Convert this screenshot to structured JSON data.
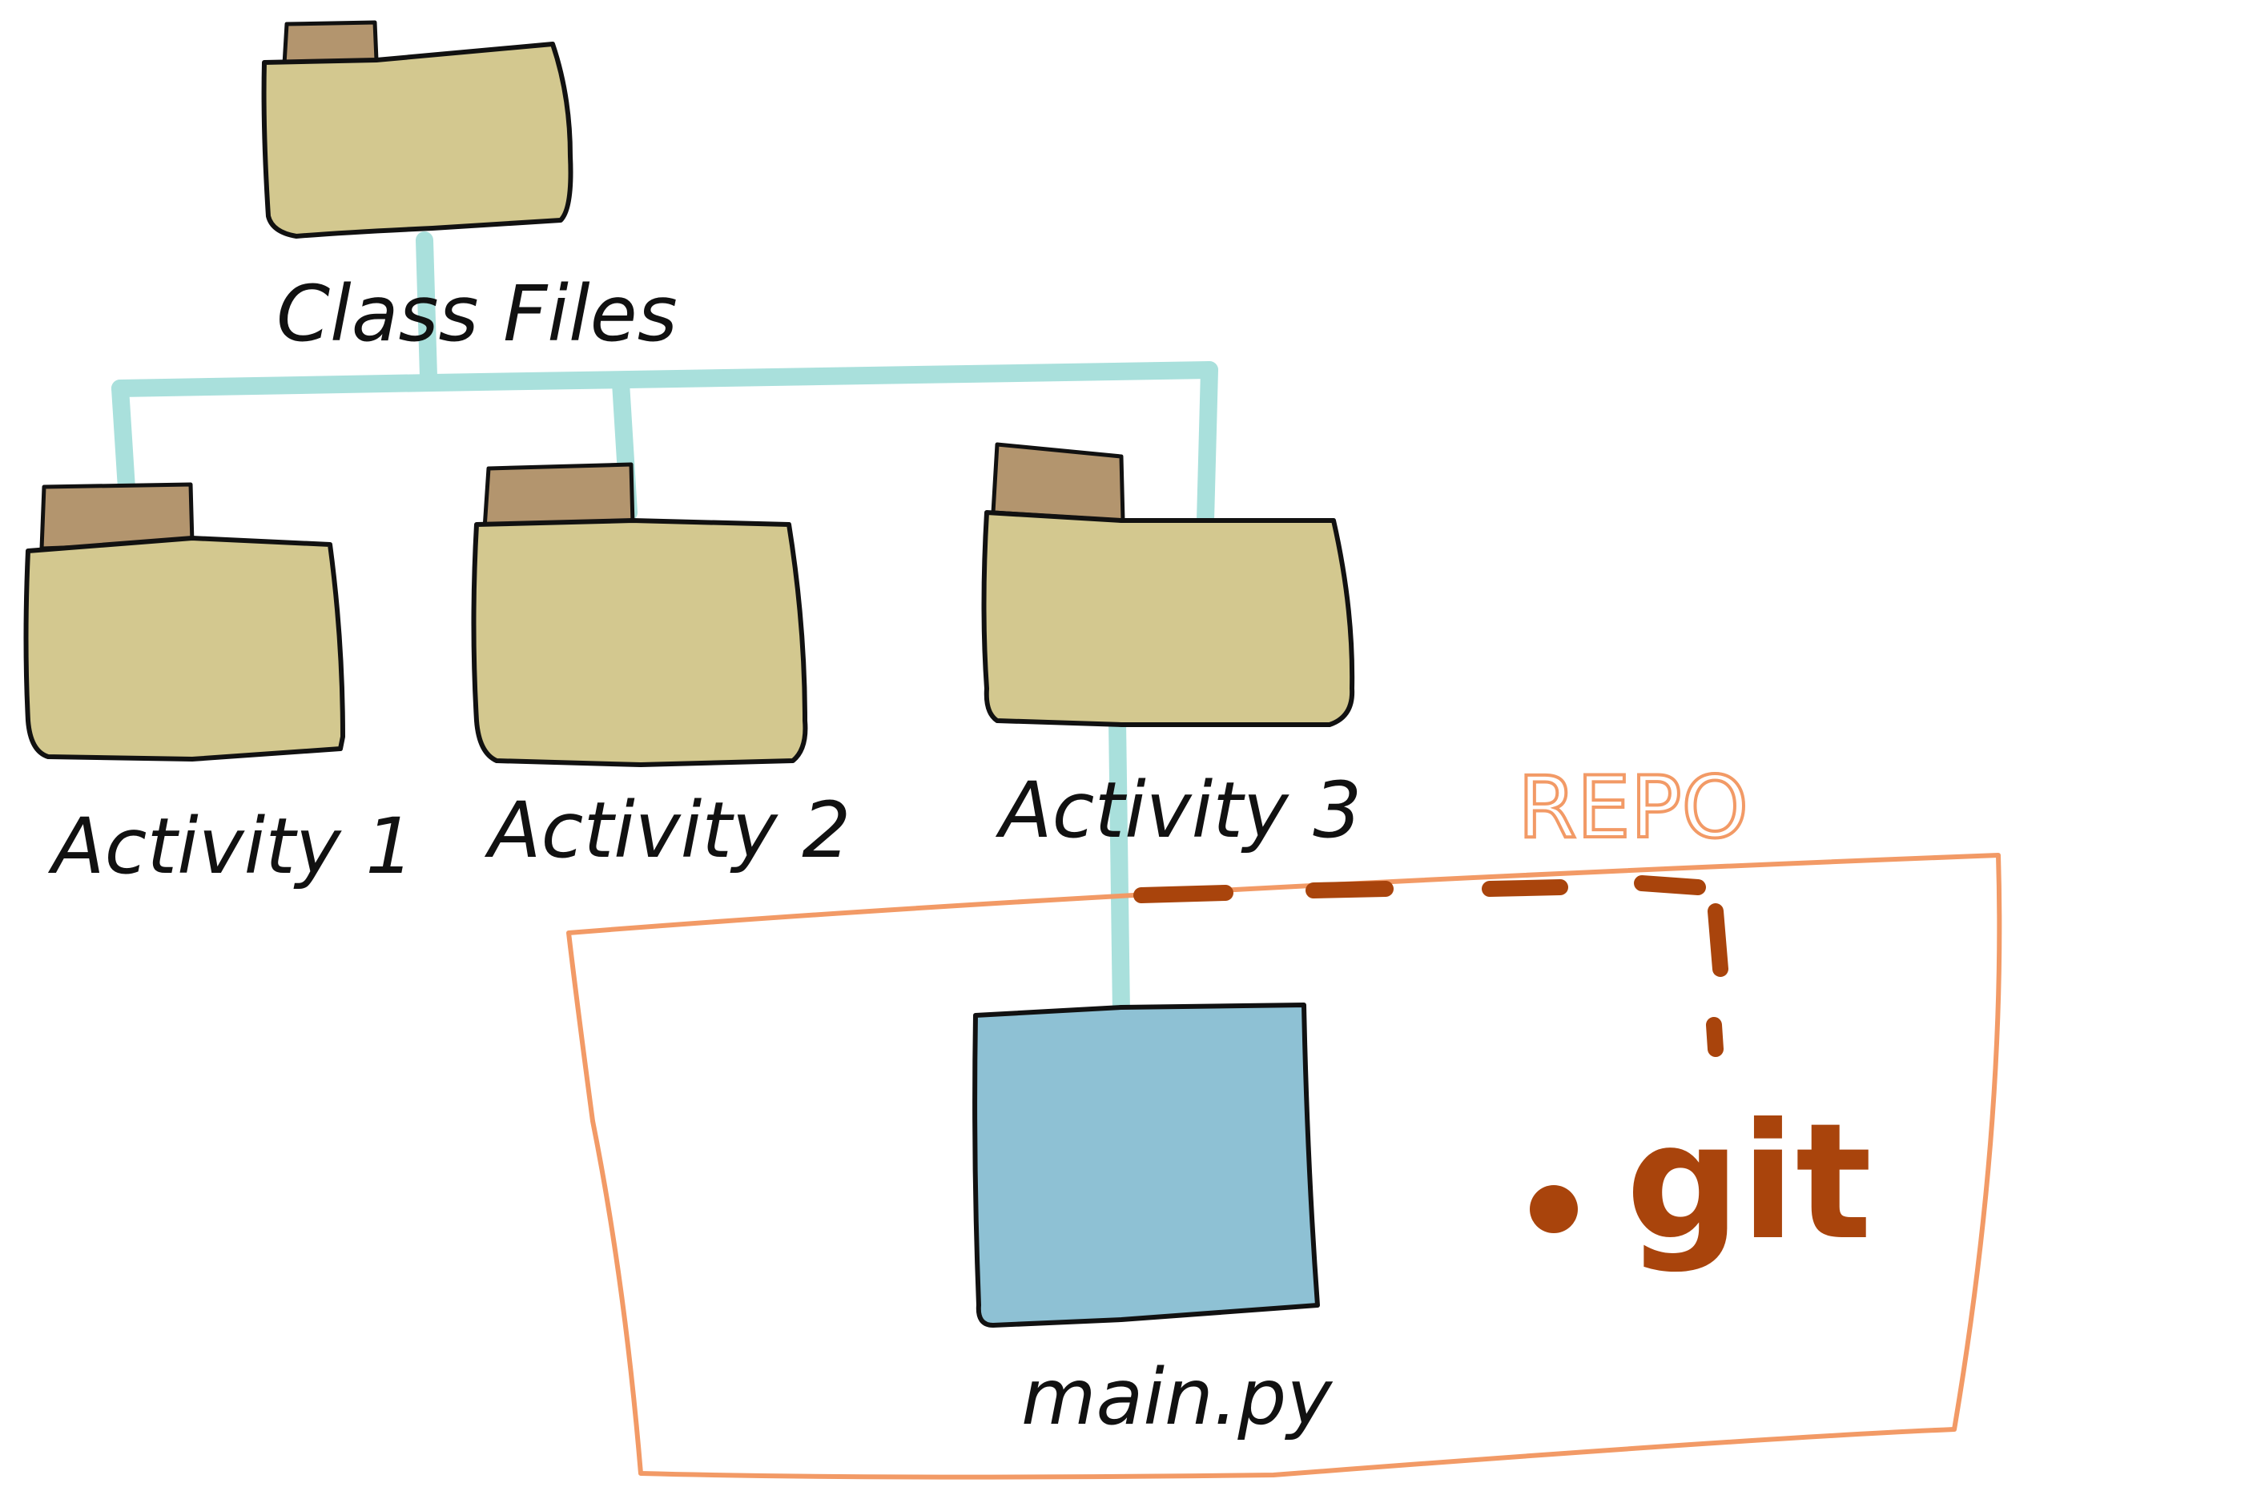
{
  "colors": {
    "folder_body": "#d3c88f",
    "folder_tab": "#b3956e",
    "connector": "#a9e0dc",
    "file_fill": "#8ec1d4",
    "repo_outline": "#f29a66",
    "git_color": "#a9440c",
    "ink": "#111111"
  },
  "folders": [
    {
      "id": "root",
      "label": "Class Files"
    },
    {
      "id": "activity1",
      "label": "Activity 1"
    },
    {
      "id": "activity2",
      "label": "Activity 2"
    },
    {
      "id": "activity3",
      "label": "Activity 3"
    }
  ],
  "file": {
    "label": "main.py"
  },
  "repo": {
    "label": "REPO"
  },
  "git": {
    "label": "git",
    "bullet": "•"
  }
}
